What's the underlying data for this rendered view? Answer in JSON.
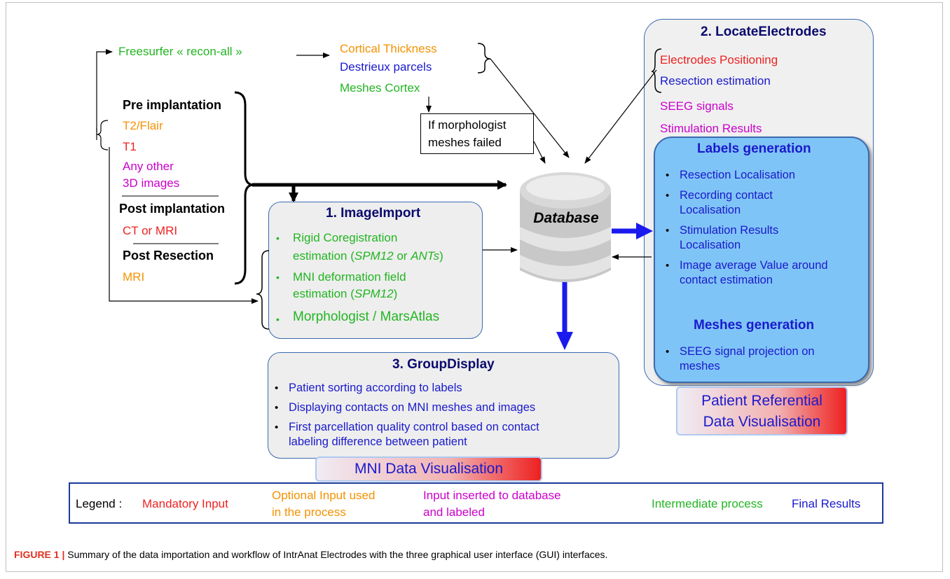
{
  "inputs": {
    "freesurfer": "Freesurfer « recon-all »",
    "cortical_thickness": "Cortical Thickness",
    "destrieux": "Destrieux parcels",
    "meshes_cortex": "Meshes Cortex",
    "morpho_failed_line1": "If morphologist",
    "morpho_failed_line2": "meshes failed",
    "pre_implantation": "Pre implantation",
    "t2flair": "T2/Flair",
    "t1": "T1",
    "any_other_line1": "Any other",
    "any_other_line2": "3D images",
    "post_implantation": "Post implantation",
    "ct_mri": "CT or MRI",
    "post_resection": "Post Resection",
    "mri": "MRI"
  },
  "image_import": {
    "title": "1. ImageImport",
    "item1_line1": "Rigid Coregistration",
    "item1_line2_a": "estimation (",
    "item1_line2_b": "SPM12",
    "item1_line2_c": " or ",
    "item1_line2_d": "ANTs",
    "item1_line2_e": ")",
    "item2_line1": "MNI deformation field",
    "item2_line2_a": "estimation (",
    "item2_line2_b": "SPM12",
    "item2_line2_c": ")",
    "item3": "Morphologist / MarsAtlas"
  },
  "database": {
    "label": "Database"
  },
  "locate": {
    "title": "2. LocateElectrodes",
    "electrodes_positioning": "Electrodes Positioning",
    "resection_estimation": "Resection estimation",
    "seeg_signals": "SEEG signals",
    "stimulation_results": "Stimulation Results",
    "labels_title": "Labels generation",
    "labels_items": [
      {
        "line1": "Resection Localisation",
        "line2": ""
      },
      {
        "line1": "Recording contact",
        "line2": "Localisation"
      },
      {
        "line1": "Stimulation Results",
        "line2": "Localisation"
      },
      {
        "line1": "Image average Value around",
        "line2": "contact estimation"
      }
    ],
    "meshes_title": "Meshes generation",
    "meshes_items": [
      {
        "line1": "SEEG signal projection on",
        "line2": "meshes"
      }
    ],
    "patient_vis_line1": "Patient Referential",
    "patient_vis_line2": "Data Visualisation"
  },
  "group": {
    "title": "3. GroupDisplay",
    "items": [
      {
        "line1": "Patient sorting according to labels",
        "line2": ""
      },
      {
        "line1": "Displaying contacts on MNI meshes and images",
        "line2": ""
      },
      {
        "line1": "First parcellation quality control based on contact",
        "line2": "labeling difference between patient"
      }
    ],
    "mni_vis": "MNI Data Visualisation"
  },
  "legend": {
    "label": "Legend :",
    "mandatory": "Mandatory Input",
    "optional_line1": "Optional Input used",
    "optional_line2": "in the process",
    "inserted_line1": "Input inserted to database",
    "inserted_line2": "and labeled",
    "intermediate": "Intermediate process",
    "final": "Final Results"
  },
  "caption": {
    "label": "FIGURE 1 |",
    "text": " Summary of the data importation and workflow of IntrAnat Electrodes with the three graphical user interface (GUI) interfaces."
  },
  "colors": {
    "mandatory": "#ee2222",
    "optional": "#f39200",
    "inserted": "#cc00cc",
    "intermediate": "#22b522",
    "final": "#1a1acc",
    "arrow_blue": "#1a1aee",
    "panel_blue": "#7fc4f6"
  }
}
